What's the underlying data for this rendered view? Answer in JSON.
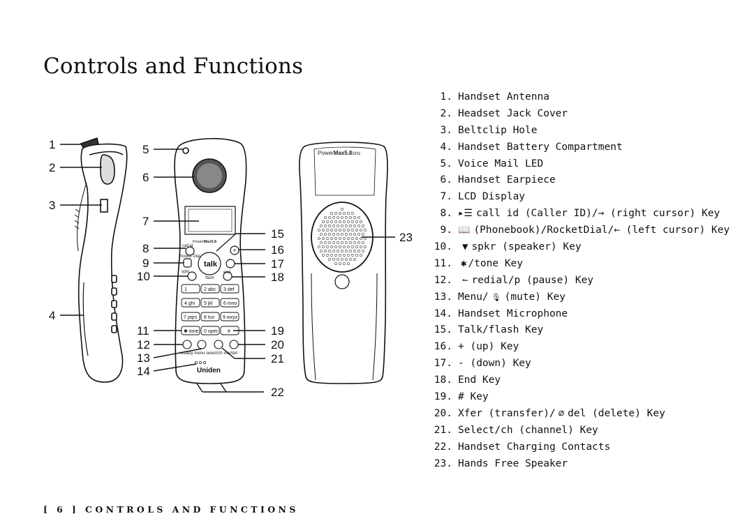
{
  "page": {
    "title": "Controls and Functions",
    "footer": "[ 6 ]   CONTROLS AND FUNCTIONS"
  },
  "legend": [
    {
      "num": "1.",
      "text": "Handset Antenna"
    },
    {
      "num": "2.",
      "text": "Headset Jack Cover"
    },
    {
      "num": "3.",
      "text": "Beltclip Hole"
    },
    {
      "num": "4.",
      "text": "Handset Battery Compartment"
    },
    {
      "num": "5.",
      "text": "Voice Mail LED"
    },
    {
      "num": "6.",
      "text": "Handset Earpiece"
    },
    {
      "num": "7.",
      "text": "LCD Display"
    },
    {
      "num": "8.",
      "icon": "call-id-icon",
      "glyph": "▸☰",
      "text": "call id (Caller ID)/→ (right cursor) Key"
    },
    {
      "num": "9.",
      "icon": "phonebook-icon",
      "glyph": "📖",
      "text": "(Phonebook)/RocketDial/← (left cursor) Key"
    },
    {
      "num": "10.",
      "icon": "speaker-icon",
      "glyph": "▼",
      "text": "spkr (speaker) Key"
    },
    {
      "num": "11.",
      "icon": "tone-icon",
      "glyph": "✱",
      "text": "/tone Key"
    },
    {
      "num": "12.",
      "icon": "redial-icon",
      "glyph": "↼",
      "text": "redial/p (pause) Key"
    },
    {
      "num": "13.",
      "icon": "mute-icon",
      "glyph": "🎙",
      "text": "(mute) Key",
      "prefix": "Menu/"
    },
    {
      "num": "14.",
      "text": "Handset Microphone"
    },
    {
      "num": "15.",
      "text": "Talk/flash Key"
    },
    {
      "num": "16.",
      "text": "+ (up) Key"
    },
    {
      "num": "17.",
      "text": "- (down) Key"
    },
    {
      "num": "18.",
      "text": "End Key"
    },
    {
      "num": "19.",
      "text": "# Key"
    },
    {
      "num": "20.",
      "icon": "delete-icon",
      "glyph": "∅",
      "text": "del (delete) Key",
      "prefix": "Xfer (transfer)/"
    },
    {
      "num": "21.",
      "text": "Select/ch (channel) Key"
    },
    {
      "num": "22.",
      "text": "Handset Charging Contacts"
    },
    {
      "num": "23.",
      "text": "Hands Free Speaker"
    }
  ],
  "callouts": {
    "c1": "1",
    "c2": "2",
    "c3": "3",
    "c4": "4",
    "c5": "5",
    "c6": "6",
    "c7": "7",
    "c8": "8",
    "c9": "9",
    "c10": "10",
    "c11": "11",
    "c12": "12",
    "c13": "13",
    "c14": "14",
    "c15": "15",
    "c16": "16",
    "c17": "17",
    "c18": "18",
    "c19": "19",
    "c20": "20",
    "c21": "21",
    "c22": "22",
    "c23": "23"
  },
  "handset": {
    "brand_prefix": "Power",
    "brand_main": "Max",
    "brand_freq": "5.8",
    "brand_unit": "GHz",
    "maker": "Uniden",
    "talk_label": "talk",
    "flash_label": "flash",
    "end_label": "end",
    "spkr_label": "spkr",
    "callid_label": "call id",
    "rocket_label": "Rocket Dial",
    "keys": [
      [
        "1",
        "2 abc",
        "3 def"
      ],
      [
        "4 ghi",
        "5 jkl",
        "6 mno"
      ],
      [
        "7 pqrs",
        "8 tuv",
        "9 wxyz"
      ],
      [
        "✱ tone",
        "0 oper",
        "#"
      ]
    ],
    "bottom_labels": "redial/p  menu  select/ch  xfer/del"
  }
}
